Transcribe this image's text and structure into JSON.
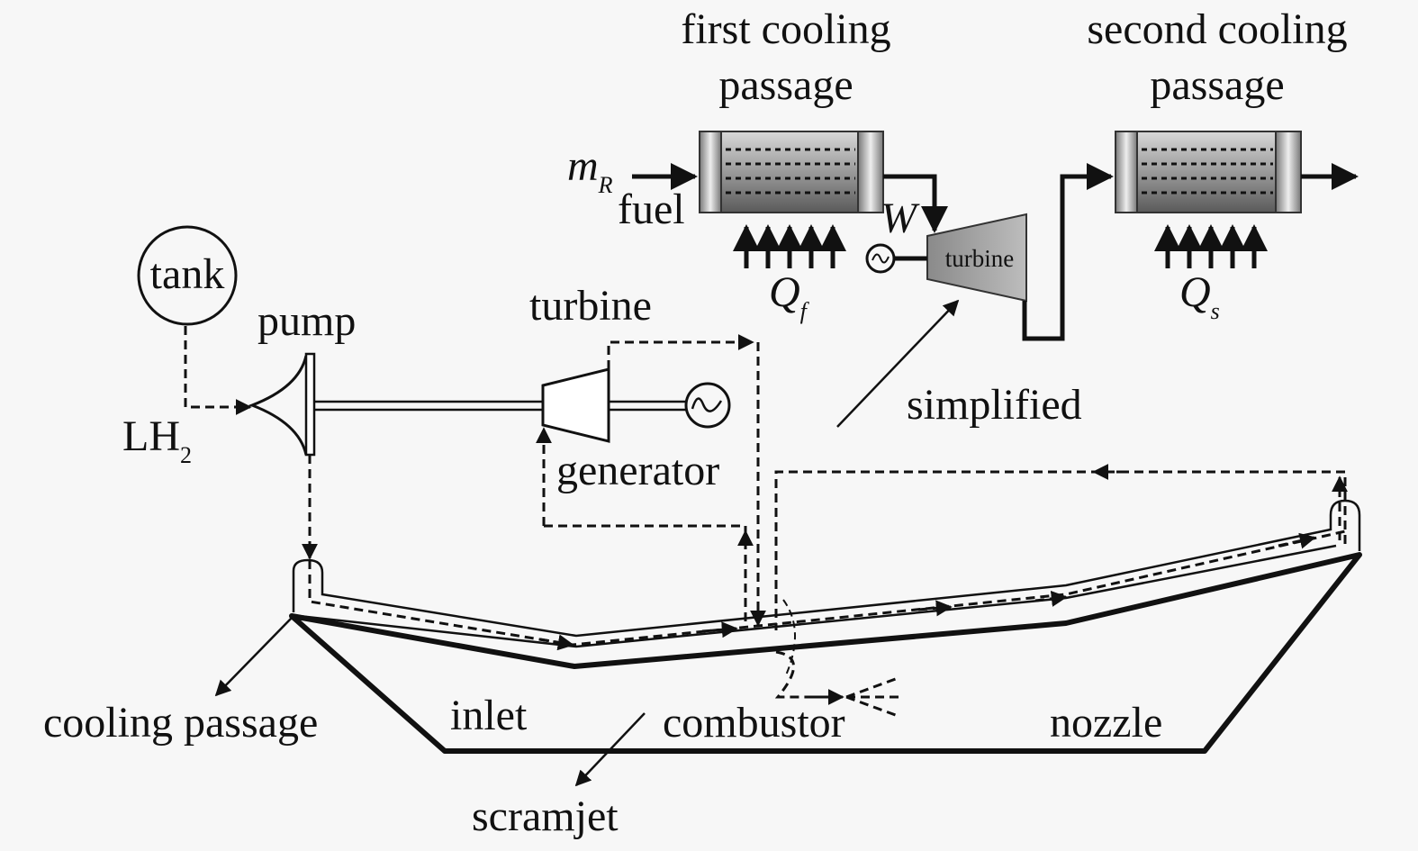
{
  "labels": {
    "first_cooling_line1": "first cooling",
    "first_cooling_line2": "passage",
    "second_cooling_line1": "second cooling",
    "second_cooling_line2": "passage",
    "m_r": "m",
    "m_r_sub": "R",
    "fuel": "fuel",
    "w": "W",
    "turbine_small": "turbine",
    "q_f": "Q",
    "q_f_sub": "f",
    "q_s": "Q",
    "q_s_sub": "s",
    "tank": "tank",
    "pump": "pump",
    "turbine": "turbine",
    "lh2": "LH",
    "lh2_sub": "2",
    "simplified": "simplified",
    "generator": "generator",
    "cooling_passage": "cooling passage",
    "inlet": "inlet",
    "combustor": "combustor",
    "nozzle": "nozzle",
    "scramjet": "scramjet"
  }
}
